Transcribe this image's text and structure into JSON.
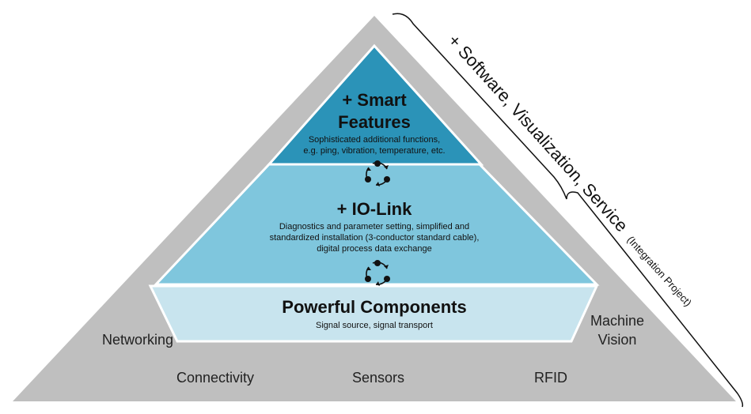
{
  "diagram": {
    "tiers": {
      "top": {
        "title_line1": "+ Smart",
        "title_line2": "Features",
        "desc_line1": "Sophisticated additional functions,",
        "desc_line2": "e.g. ping, vibration, temperature, etc."
      },
      "middle": {
        "title": "+ IO-Link",
        "desc_line1": "Diagnostics and parameter setting, simplified and",
        "desc_line2": "standardized installation (3-conductor standard cable),",
        "desc_line3": "digital process data exchange"
      },
      "bottom": {
        "title": "Powerful Components",
        "desc": "Signal source, signal transport"
      }
    },
    "outer_labels": {
      "networking": "Networking",
      "machine_vision_line1": "Machine",
      "machine_vision_line2": "Vision",
      "connectivity": "Connectivity",
      "sensors": "Sensors",
      "rfid": "RFID"
    },
    "side_label": {
      "main": "+ Software, Visualization, Service",
      "sub": "(Integration Project)"
    },
    "icons": [
      "cycle-arrows-icon",
      "cycle-arrows-icon"
    ],
    "colors": {
      "outer": "#bfbfbf",
      "top_tier": "#2b93b8",
      "middle_tier": "#7fc6dd",
      "bottom_tier": "#c8e4ee"
    }
  }
}
